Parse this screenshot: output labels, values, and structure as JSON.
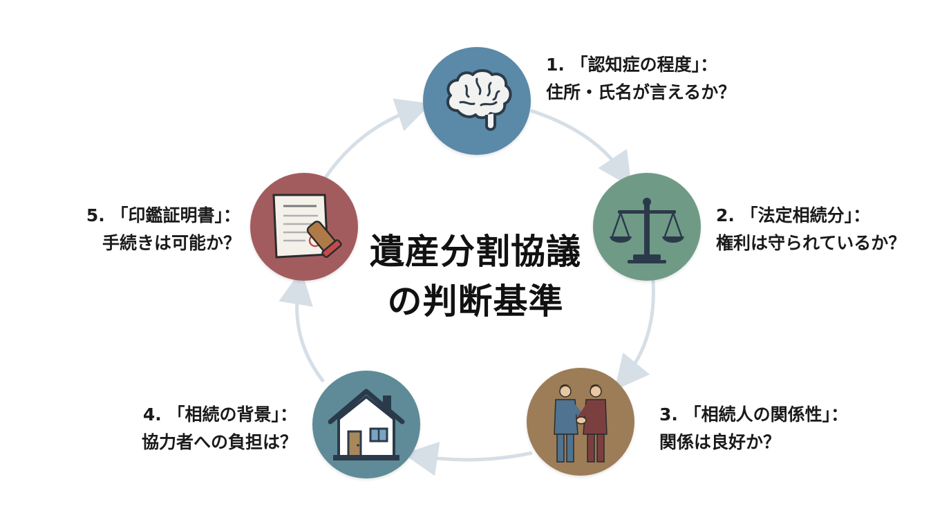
{
  "title": {
    "line1": "遺産分割協議",
    "line2": "の判断基準"
  },
  "items": [
    {
      "number": "1.",
      "heading": "1. 「認知症の程度」：",
      "question": "住所・氏名が言えるか？",
      "icon": "brain-icon",
      "color": "#5b89a8"
    },
    {
      "number": "2.",
      "heading": "2. 「法定相続分」：",
      "question": "権利は守られているか？",
      "icon": "scales-icon",
      "color": "#6f9a86"
    },
    {
      "number": "3.",
      "heading": "3. 「相続人の関係性」：",
      "question": "関係は良好か？",
      "icon": "handshake-icon",
      "color": "#9c7d57"
    },
    {
      "number": "4.",
      "heading": "4. 「相続の背景」：",
      "question": "協力者への負担は？",
      "icon": "house-icon",
      "color": "#5e8b97"
    },
    {
      "number": "5.",
      "heading": "5. 「印鑑証明書」：",
      "question": "手続きは可能か？",
      "icon": "certificate-stamp-icon",
      "color": "#a35c5e"
    }
  ],
  "colors": {
    "arrow": "#d6dee6",
    "text": "#1a1a1a"
  }
}
